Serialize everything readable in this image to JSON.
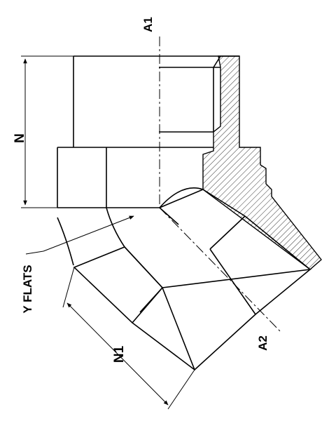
{
  "labels": {
    "axis1": "A1",
    "axis2": "A2",
    "dim_n": "N",
    "dim_n1": "N1",
    "flats": "Y FLATS"
  }
}
